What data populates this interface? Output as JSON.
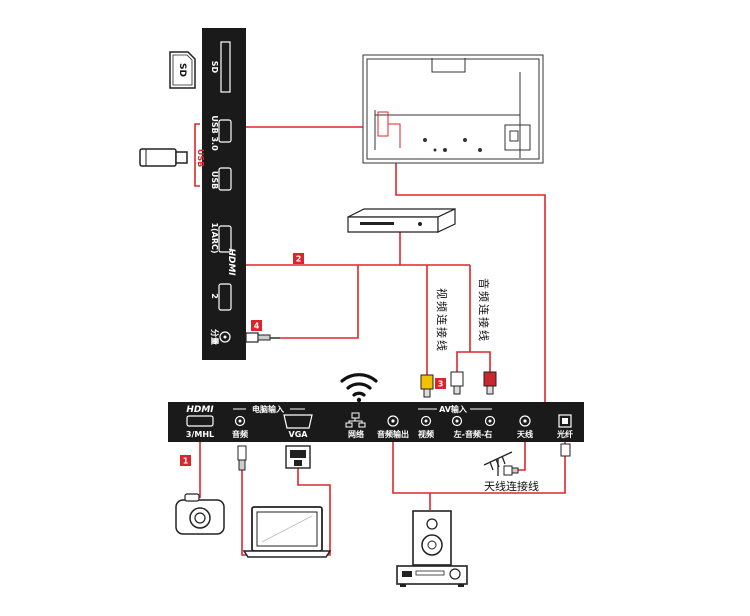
{
  "side_panel": {
    "sd": "SD",
    "usb3": "USB 3.0",
    "usb": "USB",
    "hdmi_logo": "HDMI",
    "hdmi1": "1(ARC)",
    "hdmi2": "2",
    "av_out": "分量"
  },
  "sd_card_label": "SD",
  "usb_stick_label": "USB",
  "bottom_panel": {
    "hdmi_logo": "HDMI",
    "hdmi3": "3/MHL",
    "pc_input_group": "电脑输入",
    "pc_audio": "音频",
    "vga": "VGA",
    "network": "网络",
    "audio_out": "音频输出",
    "av_group": "AV输入",
    "av_video": "视频",
    "av_audio": "左-音频-右",
    "antenna": "天线",
    "optical": "光纤"
  },
  "labels": {
    "video_cable": "视频连接线",
    "audio_cable": "音频连接线",
    "antenna_cable": "天线连接线"
  },
  "badges": [
    "1",
    "2",
    "3",
    "4"
  ],
  "colors": {
    "panel": "#1a1a1a",
    "wire": "#e0262b",
    "badge": "#d9252b",
    "video_plug": "#f2c200",
    "audio_left": "#ffffff",
    "audio_right": "#c8282d"
  }
}
